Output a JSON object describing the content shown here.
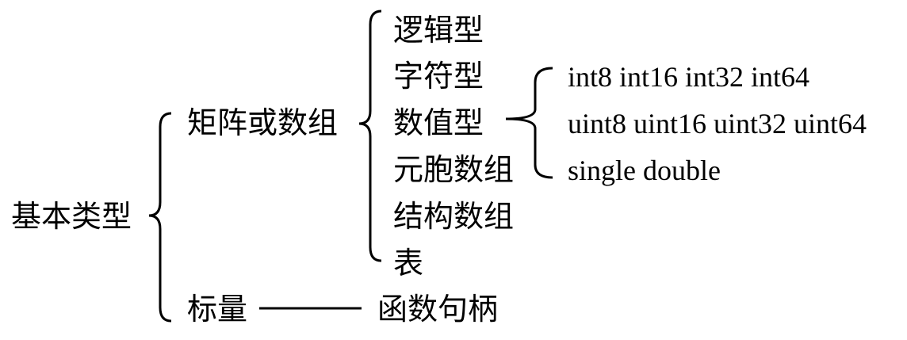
{
  "root": {
    "label": "基本类型"
  },
  "branches": {
    "matrix": {
      "label": "矩阵或数组",
      "children": [
        "逻辑型",
        "字符型",
        "数值型",
        "元胞数组",
        "结构数组",
        "表"
      ],
      "numeric": {
        "types": [
          "int8 int16 int32 int64",
          "uint8 uint16 uint32 uint64",
          "single double"
        ]
      }
    },
    "scalar": {
      "label": "标量",
      "child": "函数句柄"
    }
  },
  "colors": {
    "text": "#000000",
    "background": "#ffffff"
  }
}
